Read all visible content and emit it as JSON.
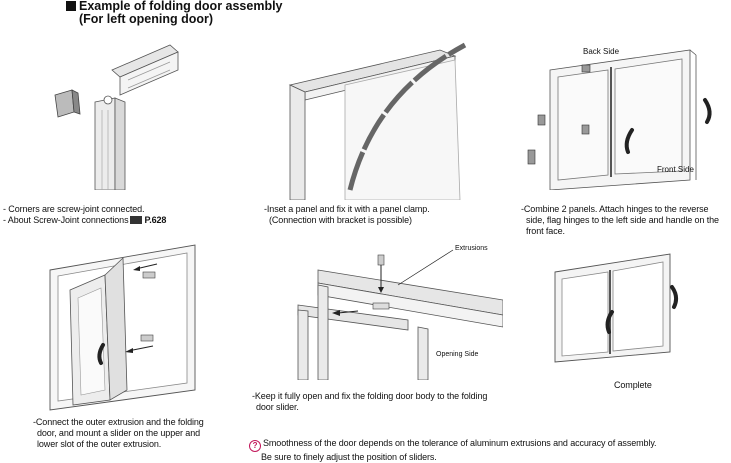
{
  "title": {
    "line1": "Example of folding door assembly",
    "line2": "(For left opening door)"
  },
  "captions": {
    "step1_line1": "- Corners are screw-joint connected.",
    "step1_line2": "- About Screw-Joint connections",
    "step1_ref": "P.628",
    "step2_line1": "-Inset a panel and fix it with a panel clamp.",
    "step2_line2": "(Connection with bracket is possible)",
    "step3_line1": "-Combine 2 panels. Attach hinges to the reverse",
    "step3_line2": "side, flag hinges to the left side and handle on the",
    "step3_line3": "front face.",
    "step4_line1": "-Connect the outer extrusion and the folding",
    "step4_line2": "door, and mount a slider on the upper and",
    "step4_line3": "lower slot of the outer extrusion.",
    "step5_line1": "-Keep it fully open and fix the folding door body to the folding",
    "step5_line2": "door slider.",
    "step6_label": "Complete"
  },
  "labels": {
    "back_side": "Back Side",
    "front_side": "Front Side",
    "extrusions": "Extrusions",
    "opening_side": "Opening Side"
  },
  "note": {
    "line1": "Smoothness of the door depends on the tolerance of aluminum extrusions and accuracy of assembly.",
    "line2": "Be sure to finely adjust the position of sliders."
  }
}
